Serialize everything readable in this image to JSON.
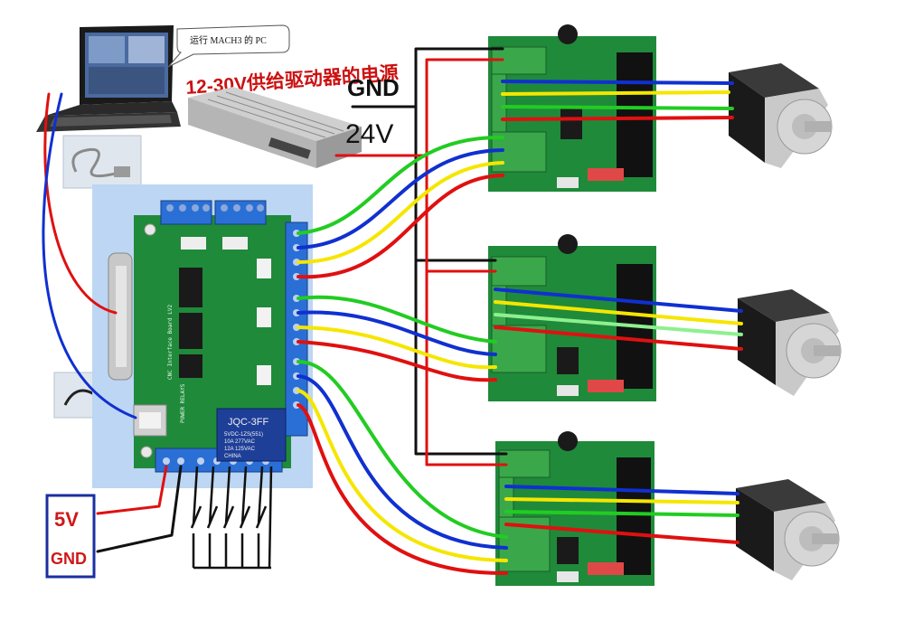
{
  "labels": {
    "pc_bubble": "运行 MACH3 的 PC",
    "power_supply": "12-30V供给驱动器的电源",
    "gnd": "GND",
    "v24": "24V",
    "v5": "5V",
    "gnd_small": "GND"
  },
  "relay": {
    "brand": "JQC-3FF",
    "line1": "5VDC-1ZS(551)",
    "line2": "10A 277VAC",
    "line3": "12A 125VAC",
    "line4": "CHINA"
  },
  "board": {
    "silk": "CNC Interface Board LV2",
    "relays_text": "POWER RELAYS"
  },
  "colors": {
    "wire_red": "#e01010",
    "wire_black": "#111111",
    "wire_blue": "#1030d0",
    "wire_yellow": "#f5e600",
    "wire_green": "#22cc22",
    "wire_lightgreen": "#8ef08e",
    "pcb_green": "#1f8a3a",
    "terminal_blue": "#2a6fd6",
    "terminal_green": "#3aa84a",
    "board_bg": "#bcd6f4"
  },
  "icons": [
    "laptop-icon",
    "power-supply-icon",
    "usb-cable-icon",
    "serial-cable-icon",
    "stepper-motor-icon",
    "driver-board-icon",
    "switch-icon"
  ]
}
